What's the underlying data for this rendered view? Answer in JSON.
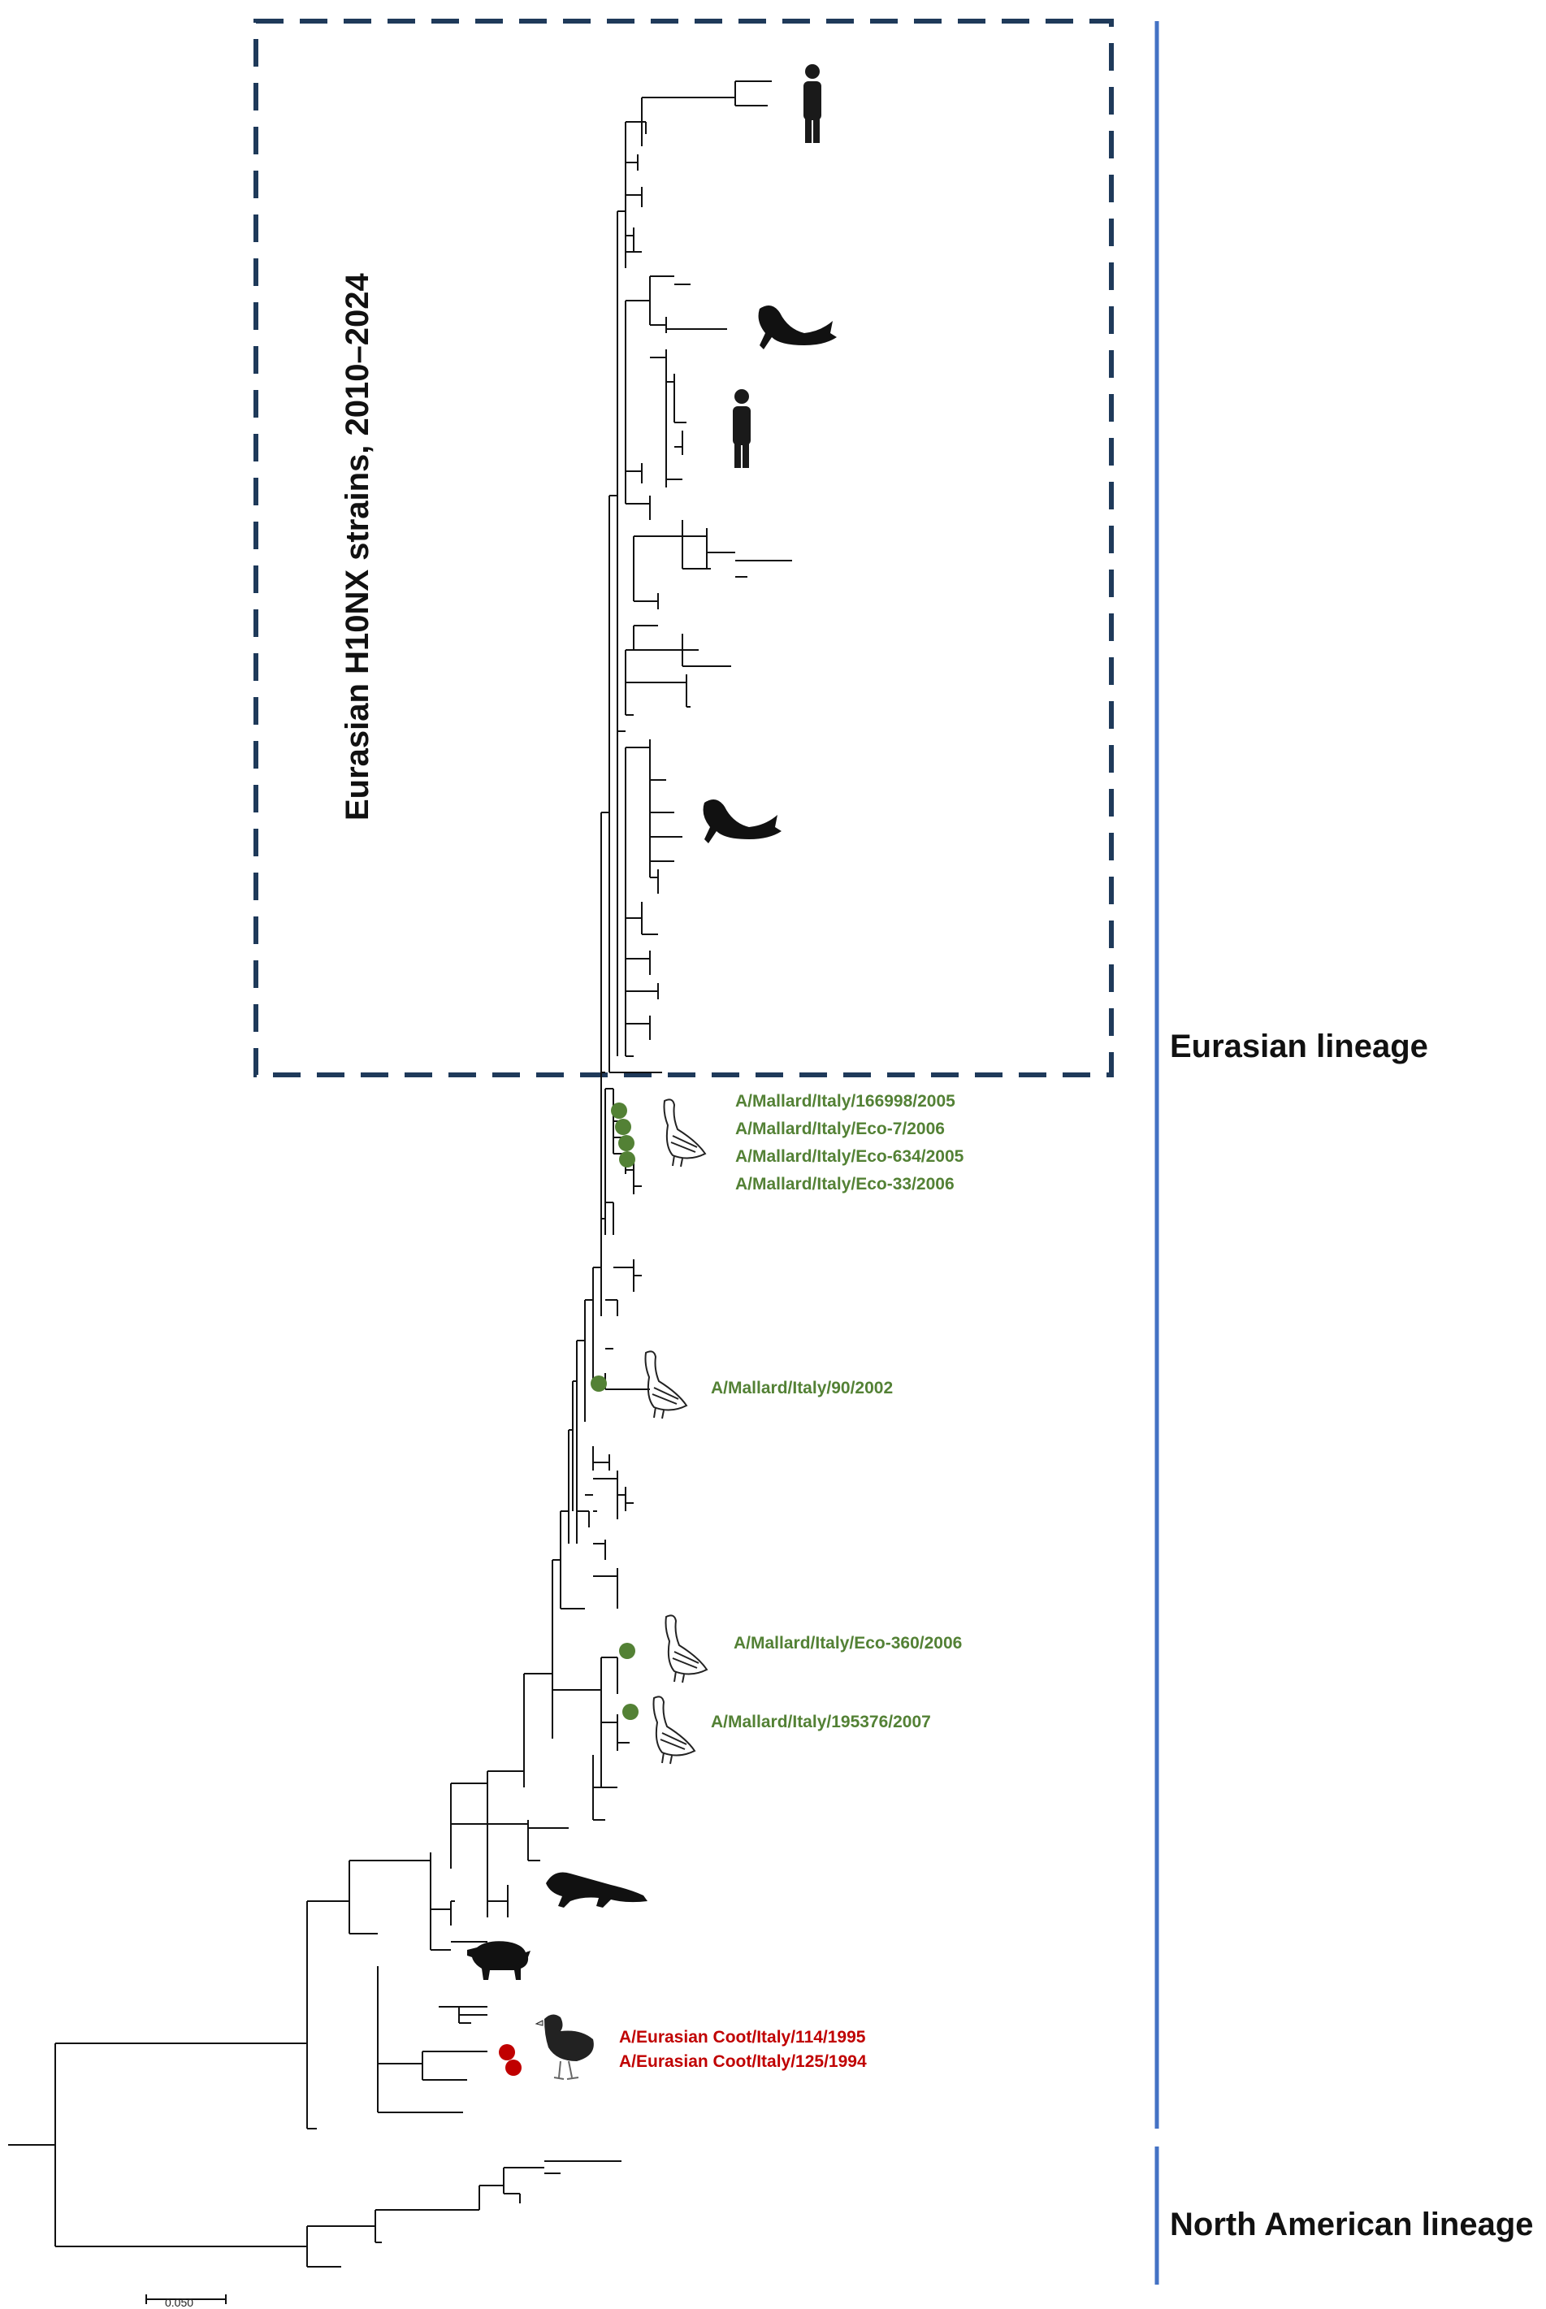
{
  "box_title": "Eurasian H10NX strains, 2010–2024",
  "lineages": {
    "eurasian": "Eurasian lineage",
    "north_american": "North American lineage"
  },
  "strains_green": [
    "A/Mallard/Italy/166998/2005",
    "A/Mallard/Italy/Eco-7/2006",
    "A/Mallard/Italy/Eco-634/2005",
    "A/Mallard/Italy/Eco-33/2006",
    "A/Mallard/Italy/90/2002",
    "A/Mallard/Italy/Eco-360/2006",
    "A/Mallard/Italy/195376/2007"
  ],
  "strains_red": [
    "A/Eurasian Coot/Italy/114/1995",
    "A/Eurasian Coot/Italy/125/1994"
  ],
  "scale_bar": "0.050",
  "colors": {
    "box_border": "#1f3a5a",
    "lineage_bar": "#4472c4",
    "green_marker": "#538135",
    "red_marker": "#c00000",
    "tree": "#111111"
  },
  "icons": [
    "human-icon",
    "seal-icon",
    "mallard-icon",
    "ferret-icon",
    "pig-icon",
    "coot-icon"
  ]
}
